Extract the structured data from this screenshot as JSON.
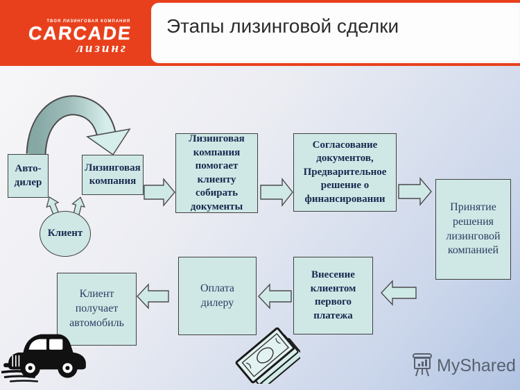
{
  "header": {
    "logo": {
      "tagline": "ТВОЯ ЛИЗИНГОВАЯ КОМПАНИЯ",
      "brand": "CARCADE",
      "script": "лизинг"
    },
    "title": "Этапы лизинговой сделки"
  },
  "diagram": {
    "nodes": [
      {
        "id": "auto-dealer",
        "label": "Авто-дилер"
      },
      {
        "id": "leasing-company",
        "label": "Лизинговая компания"
      },
      {
        "id": "client",
        "label": "Клиент"
      },
      {
        "id": "help-collect-docs",
        "label": "Лизинговая компания помогает клиенту собирать документы"
      },
      {
        "id": "docs-approval",
        "label": "Согласование документов, Предварительное решение о финансировании"
      },
      {
        "id": "leasing-decision",
        "label": "Принятие решения лизинговой компанией"
      },
      {
        "id": "first-payment",
        "label": "Внесение клиентом первого платежа"
      },
      {
        "id": "dealer-payment",
        "label": "Оплата дилеру"
      },
      {
        "id": "client-receives-car",
        "label": "Клиент получает автомобиль"
      }
    ],
    "icons": [
      "car-clipart",
      "money-clipart",
      "presentation-screen-icon",
      "curved-arrow",
      "flow-arrows"
    ]
  },
  "watermark": {
    "text": "MyShared"
  },
  "colors": {
    "header_red": "#e8401c",
    "node_fill": "#cfe8e6",
    "node_border": "#3f3f3f",
    "node_text_bold": "#19284f",
    "node_text_regular": "#2c3c60",
    "arc_dark": "#86a8a4",
    "arc_light": "#d5edeb",
    "bg_top": "#f7f6f8",
    "bg_bottom": "#b2c4e3"
  }
}
